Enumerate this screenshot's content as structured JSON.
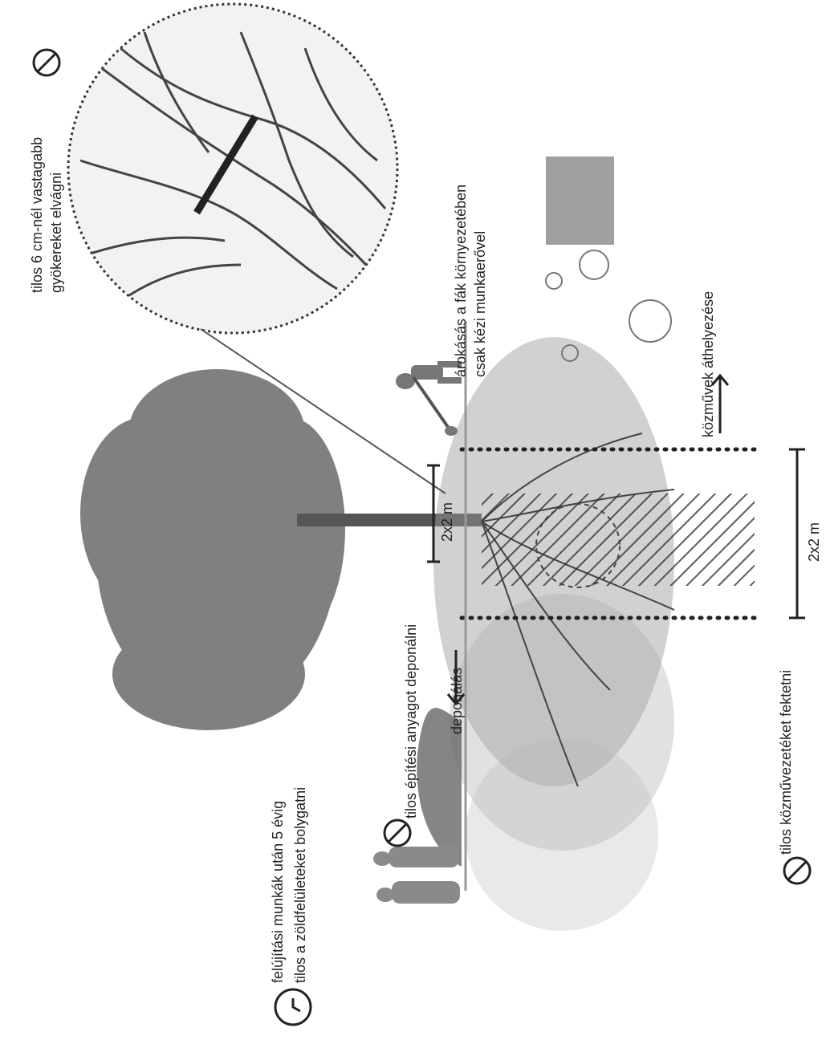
{
  "labels": {
    "root_cut_line1": "tilos 6 cm-nél vastagabb",
    "root_cut_line2": "gyökereket elvágni",
    "trench_line1": "árokásás a fák környezetében",
    "trench_line2": "csak kézi munkaerővel",
    "utility_relocation": "közművek áthelyezése",
    "no_utility_lines": "tilos közművezetéket fektetni",
    "distance_2x2": "2x2 m",
    "no_deposit": "tilos építési anyagot deponálni",
    "distance_2m": "2x2 m",
    "deposit": "deponálás",
    "renewal_line1": "felújítási munkák után 5 évig",
    "renewal_line2": "tilos a zöldfelületeket bolygatni"
  },
  "icons": {
    "prohibited": "prohibited-icon",
    "clock": "clock-icon"
  },
  "colors": {
    "ink": "#222222",
    "foliage": "#5e5e5e",
    "soil": "#8c8c8c",
    "paper": "#ffffff"
  }
}
